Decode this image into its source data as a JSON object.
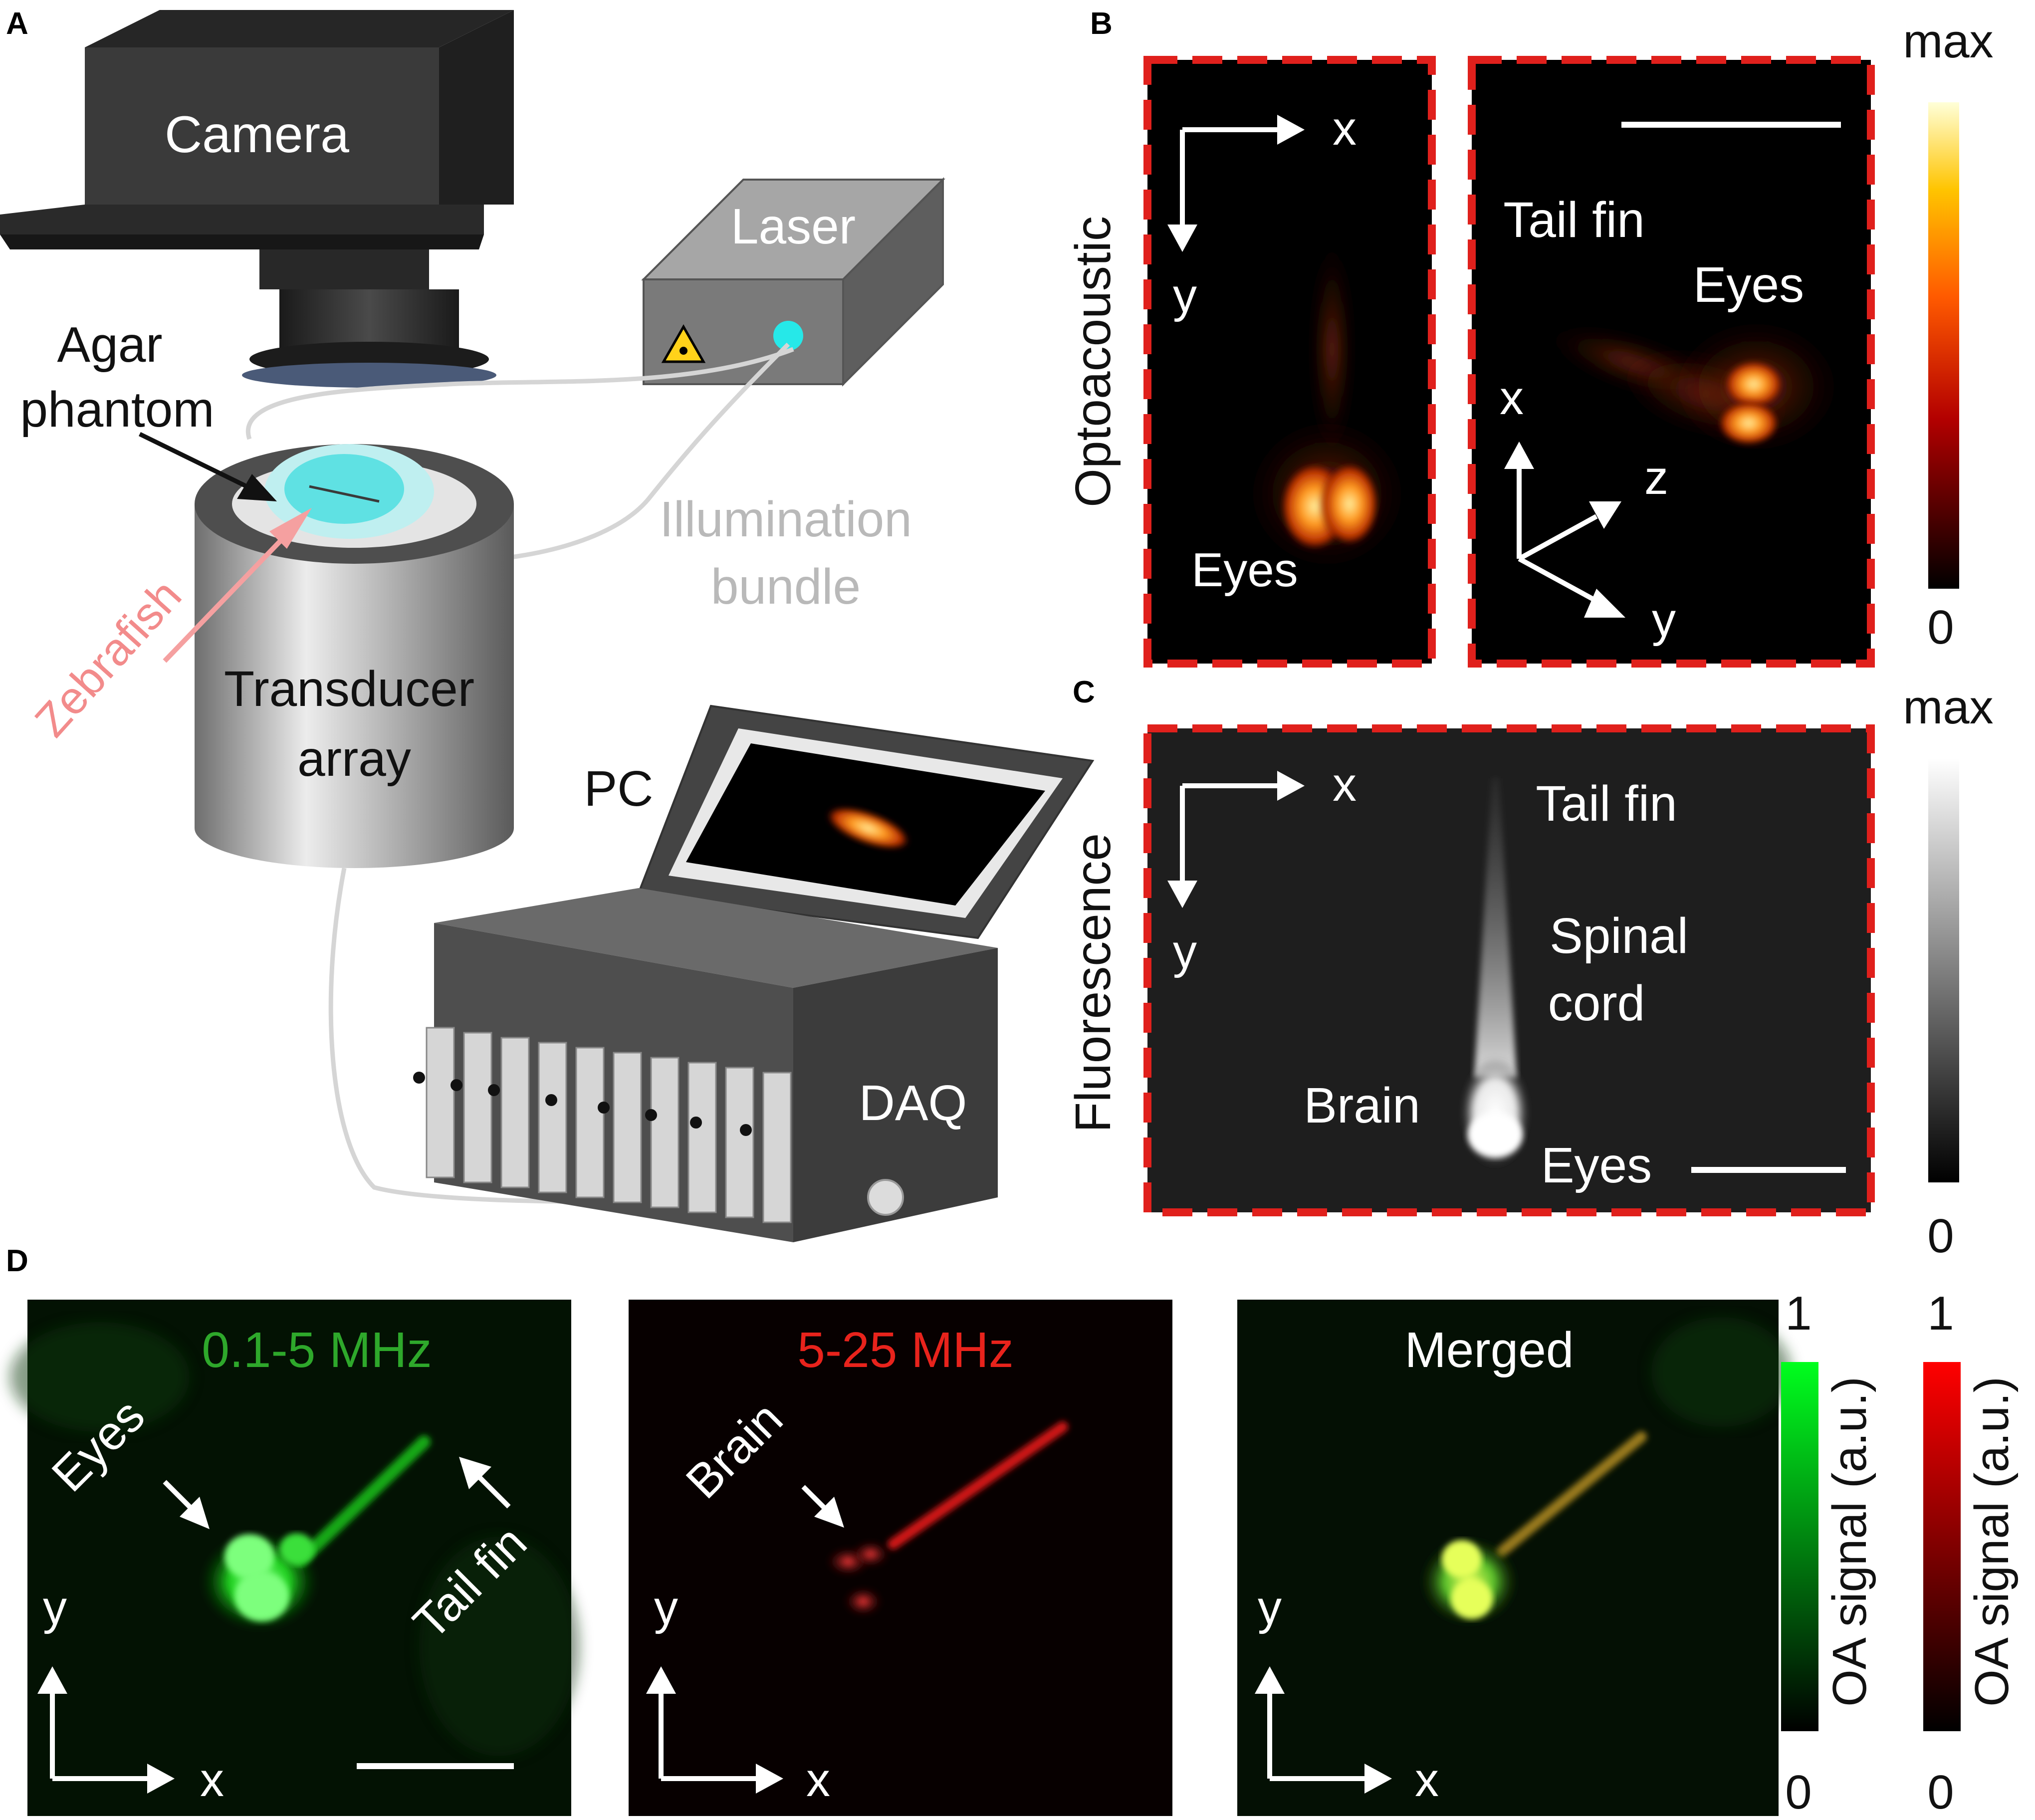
{
  "panel_letters": {
    "a": "A",
    "b": "B",
    "c": "C",
    "d": "D"
  },
  "panel_a": {
    "camera": "Camera",
    "laser": "Laser",
    "agar": [
      "Agar",
      "phantom"
    ],
    "zebrafish": "Zebrafish",
    "illumination": [
      "Illumination",
      "bundle"
    ],
    "transducer": [
      "Transducer",
      "array"
    ],
    "pc": "PC",
    "daq": "DAQ"
  },
  "panel_b": {
    "side_label": "Optoacoustic",
    "left": {
      "axis_x": "x",
      "axis_y": "y",
      "eyes": "Eyes"
    },
    "right": {
      "tail_fin": "Tail fin",
      "eyes": "Eyes",
      "axis_x": "x",
      "axis_z": "z",
      "axis_y": "y"
    },
    "colorbar": {
      "max": "max",
      "min": "0"
    }
  },
  "panel_c": {
    "side_label": "Fluorescence",
    "axis_x": "x",
    "axis_y": "y",
    "tail_fin": "Tail fin",
    "spinal": [
      "Spinal",
      "cord"
    ],
    "brain": "Brain",
    "eyes": "Eyes",
    "colorbar": {
      "max": "max",
      "min": "0"
    }
  },
  "panel_d": {
    "low": {
      "title": "0.1-5 MHz",
      "eyes": "Eyes",
      "tail_fin": "Tail fin",
      "axis_x": "x",
      "axis_y": "y"
    },
    "high": {
      "title": "5-25 MHz",
      "brain": "Brain",
      "axis_x": "x",
      "axis_y": "y"
    },
    "merged": {
      "title": "Merged",
      "axis_x": "x",
      "axis_y": "y"
    },
    "colorbar_green": {
      "max": "1",
      "min": "0",
      "label": "OA signal (a.u.)"
    },
    "colorbar_red": {
      "max": "1",
      "min": "0",
      "label": "OA signal (a.u.)"
    }
  },
  "colors": {
    "border_red": "#e0201c",
    "green": "#2ea82b",
    "red": "#e8231c",
    "grey_label": "#b9b9b9",
    "pink_label": "#f28b8b"
  }
}
